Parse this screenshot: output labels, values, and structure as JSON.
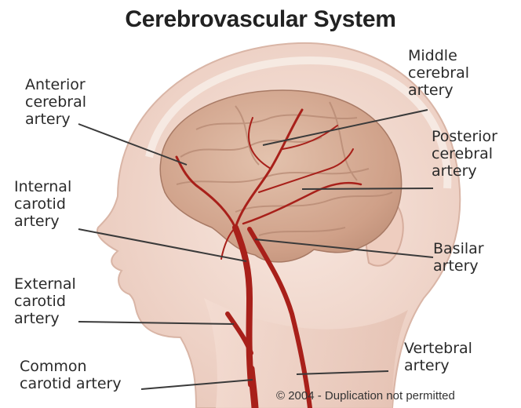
{
  "title": "Cerebrovascular System",
  "labels": {
    "anterior_cerebral": [
      "Anterior",
      "cerebral",
      "artery"
    ],
    "middle_cerebral": [
      "Middle",
      "cerebral",
      "artery"
    ],
    "posterior_cerebral": [
      "Posterior",
      "cerebral",
      "artery"
    ],
    "internal_carotid": [
      "Internal",
      "carotid",
      "artery"
    ],
    "basilar": [
      "Basilar",
      "artery"
    ],
    "external_carotid": [
      "External",
      "carotid",
      "artery"
    ],
    "vertebral": [
      "Vertebral",
      "artery"
    ],
    "common_carotid": [
      "Common",
      "carotid artery"
    ]
  },
  "copyright": "© 2004 - Duplication not permitted",
  "colors": {
    "skin": "#f2d9cf",
    "brain": "#cfa38c",
    "artery": "#a8201a",
    "leader": "#3a3a3a"
  }
}
